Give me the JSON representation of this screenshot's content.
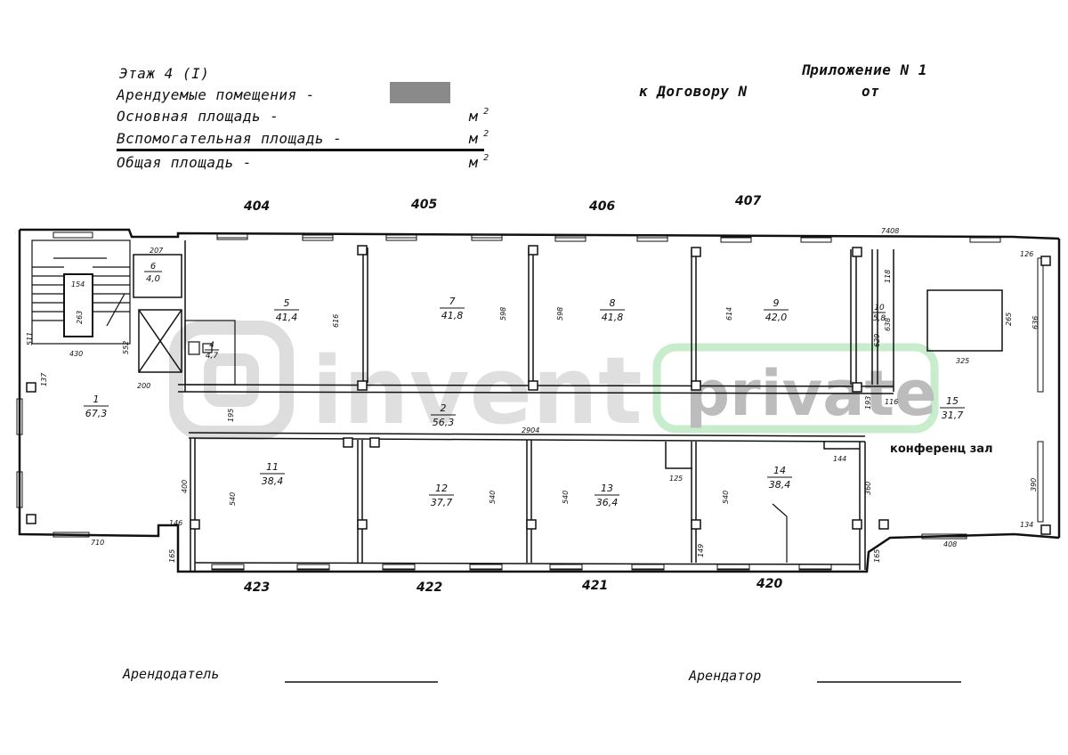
{
  "header": {
    "floor": "Этаж 4 (I)",
    "rented_rooms": "Арендуемые помещения -",
    "main_area": "Основная площадь -",
    "aux_area": "Вспомогательная площадь -",
    "total_area": "Общая площадь -",
    "unit": "м",
    "unit_sup": "2",
    "appendix": "Приложение N 1",
    "to_contract": "к Договору N",
    "from": "от"
  },
  "rooms": [
    {
      "num": "1",
      "area": "67,3"
    },
    {
      "num": "2",
      "area": "56,3"
    },
    {
      "num": "4",
      "area": "4,7"
    },
    {
      "num": "5",
      "area": "41,4"
    },
    {
      "num": "6",
      "area": "4,0"
    },
    {
      "num": "7",
      "area": "41,8"
    },
    {
      "num": "8",
      "area": "41,8"
    },
    {
      "num": "9",
      "area": "42,0"
    },
    {
      "num": "10",
      "area": "5,8"
    },
    {
      "num": "11",
      "area": "38,4"
    },
    {
      "num": "12",
      "area": "37,7"
    },
    {
      "num": "13",
      "area": "36,4"
    },
    {
      "num": "14",
      "area": "38,4"
    },
    {
      "num": "15",
      "area": "31,7"
    }
  ],
  "office_numbers_top": [
    "404",
    "405",
    "406",
    "407"
  ],
  "office_numbers_bottom": [
    "423",
    "422",
    "421",
    "420"
  ],
  "conference_label": "конференц зал",
  "dims": {
    "d7408": "7408",
    "d2904": "2904",
    "d710": "710",
    "d430": "430",
    "d616": "616",
    "d598a": "598",
    "d598b": "598",
    "d614": "614",
    "d638": "638",
    "d629": "629",
    "d540a": "540",
    "d540b": "540",
    "d540c": "540",
    "d540d": "540",
    "d400": "400",
    "d360": "360",
    "d390": "390",
    "d265": "265",
    "d325": "325",
    "d636": "636",
    "d154": "154",
    "d263": "263",
    "d207": "207",
    "d195": "195",
    "d200": "200",
    "d552": "552",
    "d511": "511",
    "d137": "137",
    "d146": "146",
    "d165a": "165",
    "d165b": "165",
    "d408": "408",
    "d134": "134",
    "d125": "125",
    "d144": "144",
    "d149": "149",
    "d193": "193",
    "d116": "116",
    "d118": "118",
    "d126": "126"
  },
  "watermark": {
    "brand": "invent",
    "badge": "private"
  },
  "signatures": {
    "landlord": "Арендодатель",
    "tenant": "Арендатор"
  }
}
